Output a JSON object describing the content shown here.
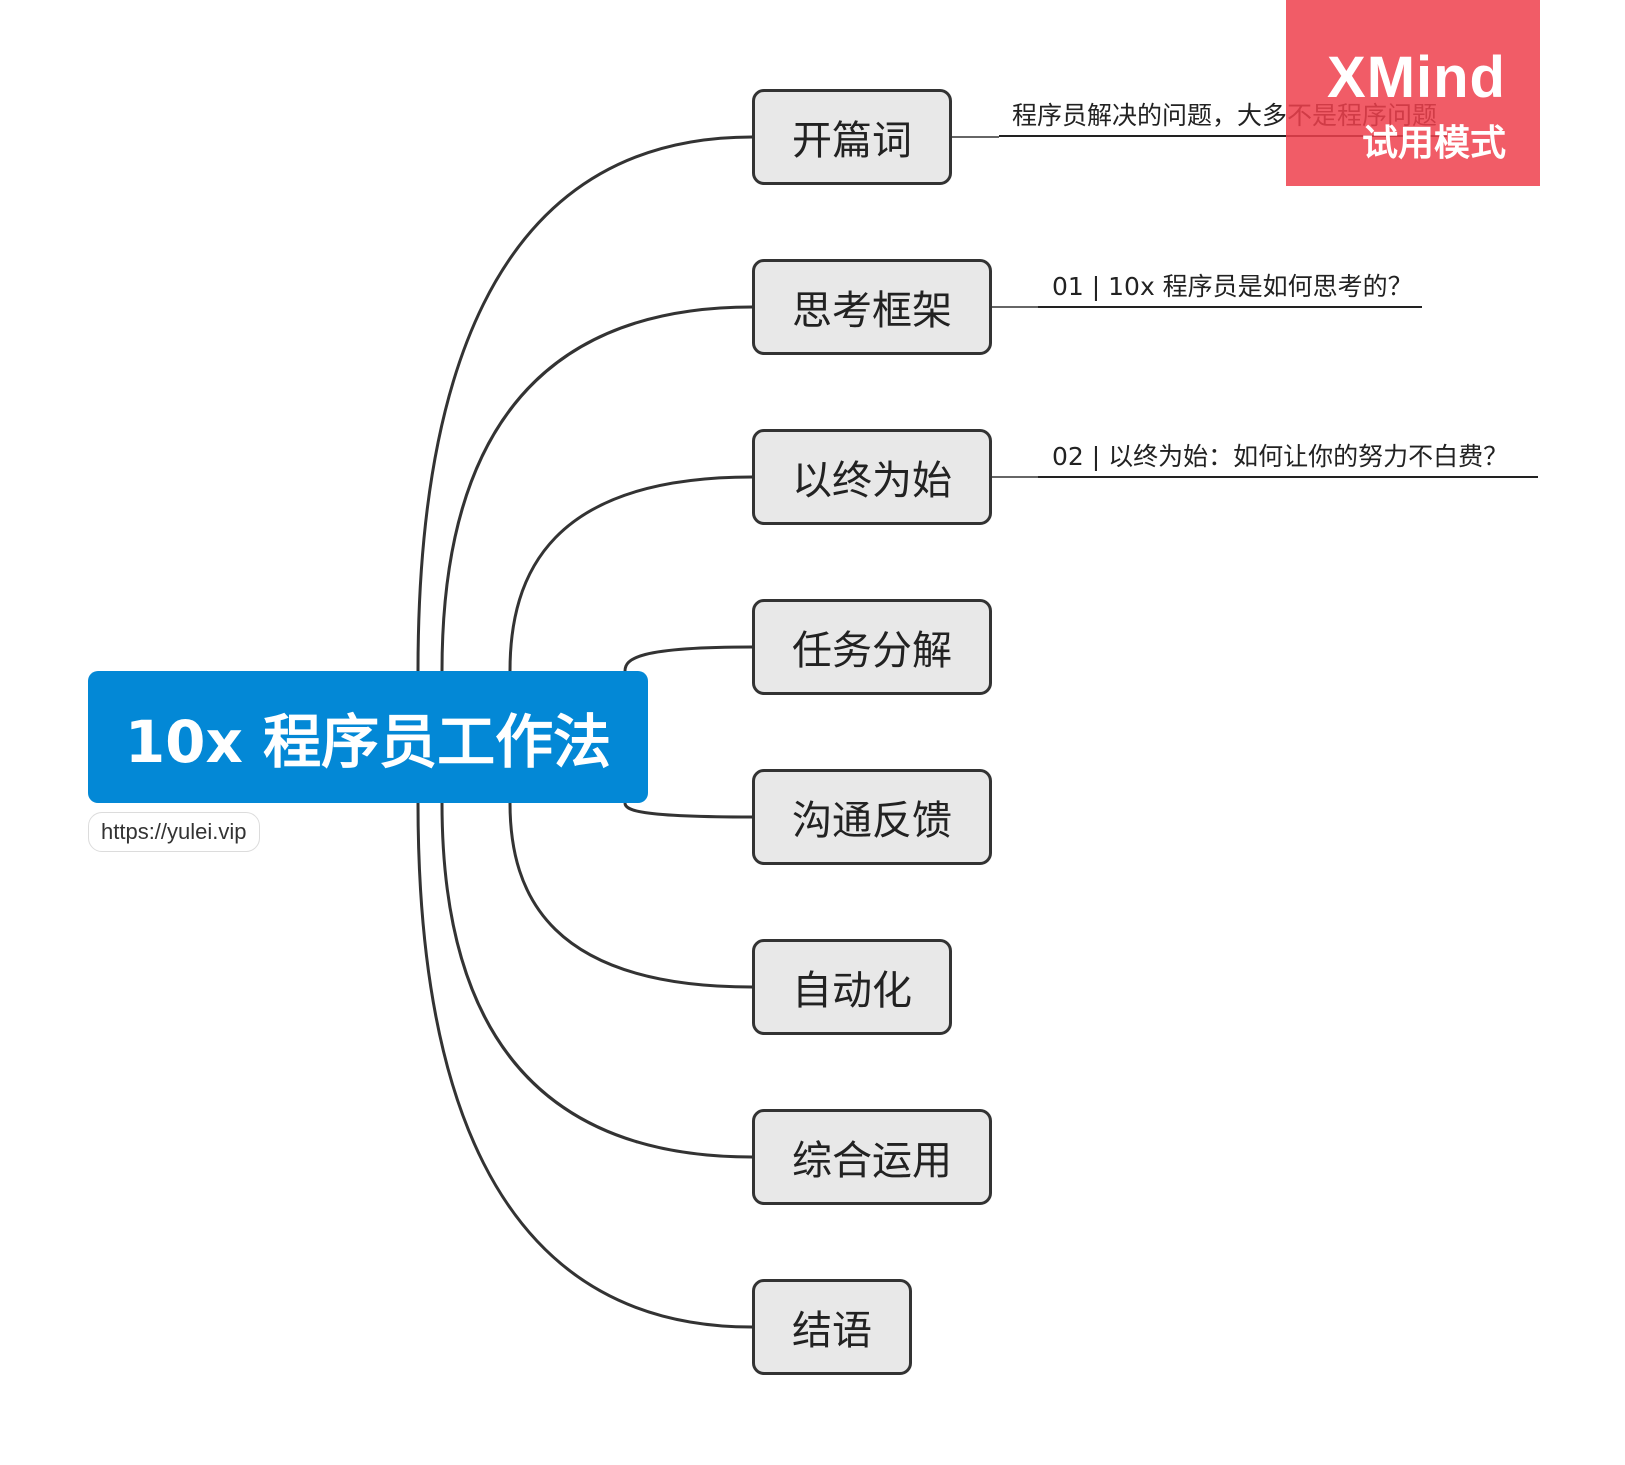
{
  "root": {
    "title": "10x 程序员工作法",
    "url": "https://yulei.vip"
  },
  "topics": [
    {
      "label": "开篇词",
      "subtopic": "程序员解决的问题，大多不是程序问题"
    },
    {
      "label": "思考框架",
      "subtopic": "01 | 10x 程序员是如何思考的？"
    },
    {
      "label": "以终为始",
      "subtopic": "02 | 以终为始：如何让你的努力不白费？"
    },
    {
      "label": "任务分解",
      "subtopic": ""
    },
    {
      "label": "沟通反馈",
      "subtopic": ""
    },
    {
      "label": "自动化",
      "subtopic": ""
    },
    {
      "label": "综合运用",
      "subtopic": ""
    },
    {
      "label": "结语",
      "subtopic": ""
    }
  ],
  "watermark": {
    "brand": "XMind",
    "mode": "试用模式"
  },
  "colors": {
    "root_fill": "#0388d6",
    "topic_fill": "#e8e8e8",
    "line": "#333333",
    "watermark": "#ee404c"
  }
}
